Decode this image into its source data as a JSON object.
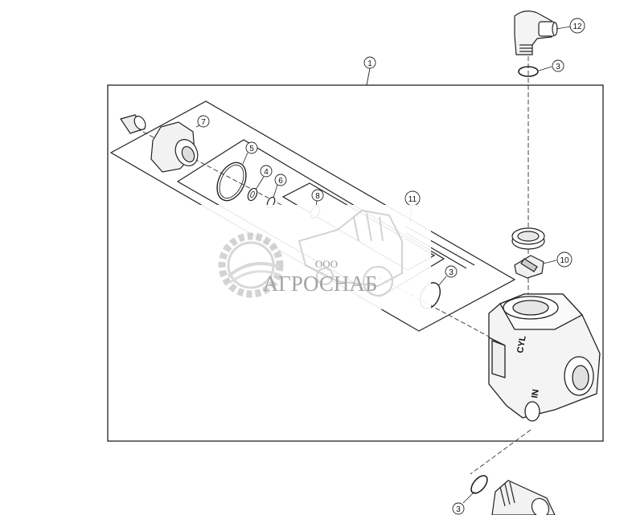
{
  "diagram": {
    "callouts": {
      "c1": "1",
      "c3a": "3",
      "c3b": "3",
      "c3c": "3",
      "c4": "4",
      "c5": "5",
      "c6": "6",
      "c7": "7",
      "c8": "8",
      "c10": "10",
      "c11": "11",
      "c12": "12"
    },
    "port_labels": {
      "cyl": "CYL",
      "in": "IN"
    }
  },
  "watermark": {
    "company_prefix": "ООО",
    "company_name": "АГРОСНАБ"
  }
}
